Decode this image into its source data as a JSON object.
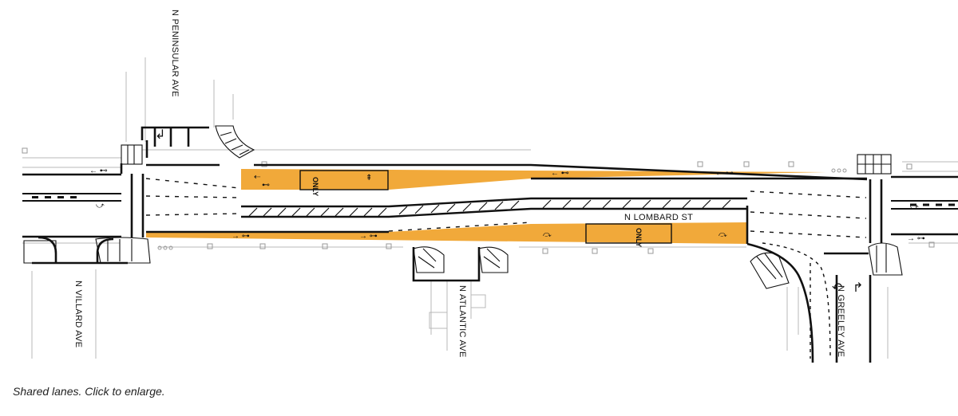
{
  "diagram": {
    "streets": {
      "peninsular": "N PENINSULAR AVE",
      "villard": "N VILLARD AVE",
      "atlantic": "N ATLANTIC AVE",
      "greeley": "N GREELEY AVE",
      "lombard": "N LOMBARD ST"
    },
    "colors": {
      "shared_lane": "#f1a93a",
      "curb_line": "#111111",
      "property_line": "#b5b5b5"
    },
    "markings": {
      "bus_only": "ONLY"
    }
  },
  "caption": "Shared lanes. Click to enlarge."
}
